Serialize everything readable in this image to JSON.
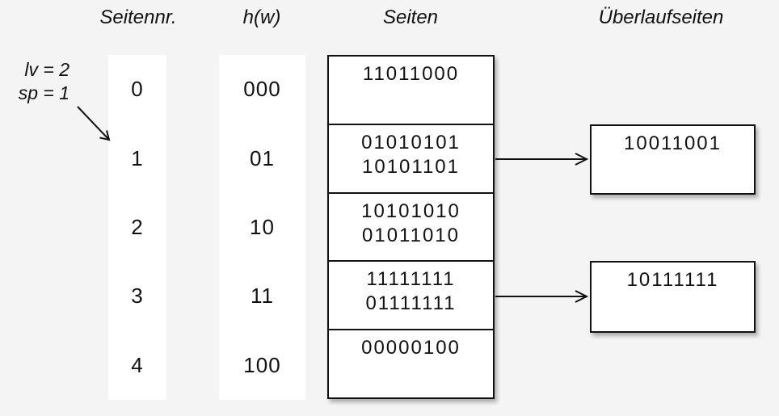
{
  "headers": {
    "seitennr": "Seitennr.",
    "hash_fn": "h(w)",
    "seiten": "Seiten",
    "ueberlaufseiten": "Überlaufseiten"
  },
  "annotation": {
    "line1": "lv = 2",
    "line2": "sp = 1"
  },
  "rows": [
    {
      "page_no": "0",
      "hash": "000",
      "values": [
        "11011000"
      ]
    },
    {
      "page_no": "1",
      "hash": "01",
      "values": [
        "01010101",
        "10101101"
      ],
      "overflow": "10011001"
    },
    {
      "page_no": "2",
      "hash": "10",
      "values": [
        "10101010",
        "01011010"
      ]
    },
    {
      "page_no": "3",
      "hash": "11",
      "values": [
        "11111111",
        "01111111"
      ],
      "overflow": "10111111"
    },
    {
      "page_no": "4",
      "hash": "100",
      "values": [
        "00000100"
      ]
    }
  ],
  "colors": {
    "background": "#f4f4f4",
    "box_fill": "#ffffff",
    "line": "#111111"
  }
}
